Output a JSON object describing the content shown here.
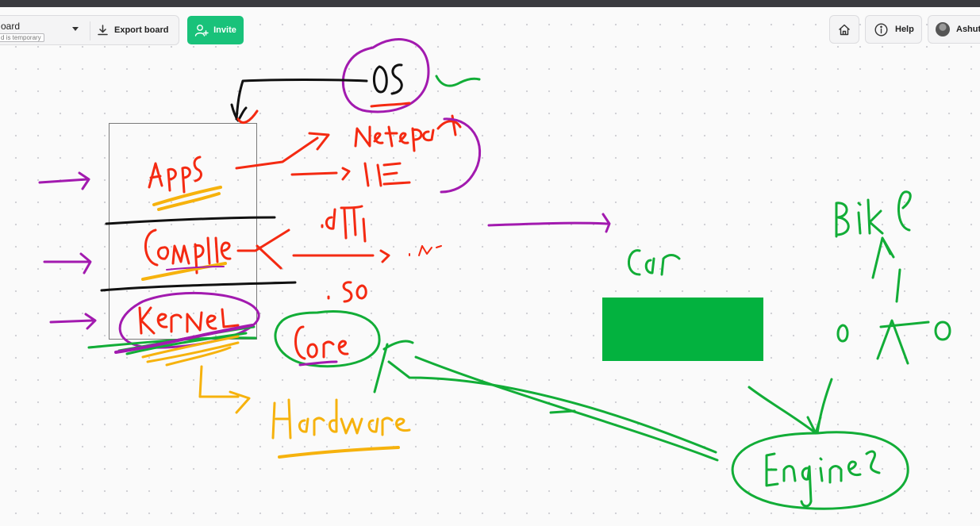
{
  "window": {
    "background": "#fafafa",
    "titlebar_color": "#3a3b3f"
  },
  "header": {
    "board_name": "oard",
    "temporary_note": "d is temporary",
    "export_label": "Export board",
    "invite_label": "Invite",
    "invite_color": "#19c27a"
  },
  "right_toolbar": {
    "home_icon": "home-icon",
    "help_label": "Help",
    "help_icon": "info-icon",
    "user_name": "Ashuto"
  },
  "whiteboard": {
    "handwriting": [
      "OS",
      "Notepad",
      "IE",
      "Apps",
      "Compile",
      "Kernel",
      ".dll",
      ".so",
      "Core",
      "Hardware",
      "Car",
      "Bike",
      "Engine"
    ],
    "colors": {
      "red": "#f42a12",
      "purple": "#a21aaf",
      "green": "#12ad37",
      "yellow": "#f6b20d",
      "black": "#111111",
      "shape_fill": "#03b23f"
    }
  }
}
